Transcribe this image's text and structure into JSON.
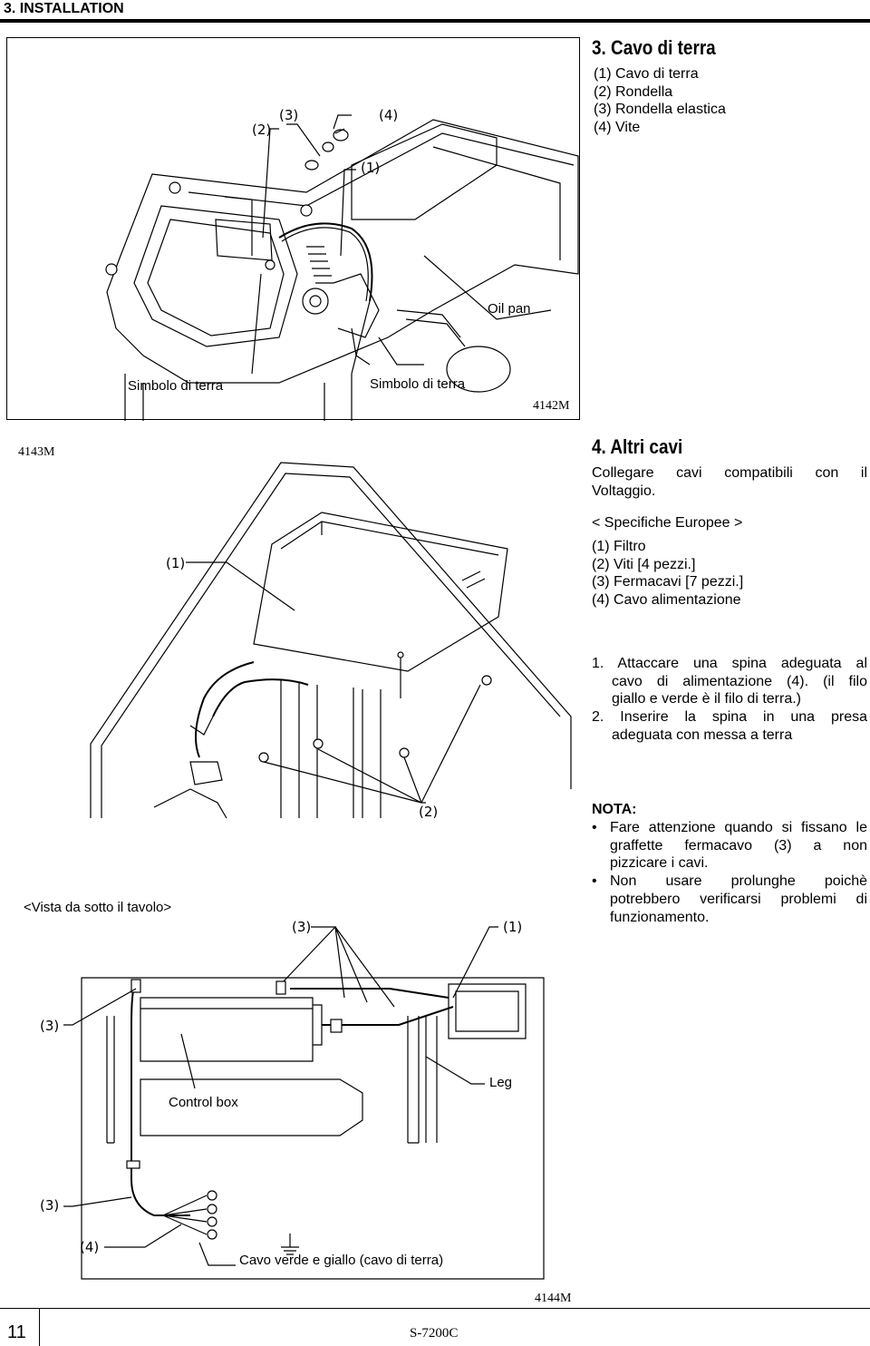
{
  "header": {
    "title": "3. INSTALLATION"
  },
  "section3": {
    "title": "3. Cavo di terra",
    "items": [
      "(1)  Cavo di terra",
      "(2)  Rondella",
      "(3)  Rondella elastica",
      "(4)  Vite"
    ]
  },
  "figure1": {
    "code": "4142M",
    "labels": {
      "oil_pan": "Oil pan",
      "ground_symbol_left": "Simbolo di terra",
      "ground_symbol_right": "Simbolo di terra",
      "ref1": "(1)",
      "ref2": "(2)",
      "ref3": "(3)",
      "ref4": "(4)"
    }
  },
  "section4": {
    "title": "4. Altri cavi",
    "intro_line1": "Collegare cavi compatibili con il",
    "intro_line2": "Voltaggio.",
    "spec_heading": "< Specifiche Europee >",
    "items": [
      "(1)  Filtro",
      "(2)  Viti [4 pezzi.]",
      "(3)  Fermacavi [7 pezzi.]",
      "(4)  Cavo alimentazione"
    ],
    "steps": [
      {
        "line1": "1. Attaccare una spina adeguata al",
        "line2": "cavo di alimentazione (4). (il filo",
        "line3": "giallo e verde è il filo di terra.)"
      },
      {
        "line1": "2. Inserire la spina in una presa",
        "line2": "adeguata con messa a terra"
      }
    ],
    "note_heading": "NOTA:",
    "notes": [
      {
        "line1": "Fare attenzione quando si fissano le",
        "line2": "graffette fermacavo (3) a non",
        "line3": "pizzicare i cavi."
      },
      {
        "line1": "Non usare prolunghe poichè",
        "line2": "potrebbero verificarsi problemi di",
        "line3": "funzionamento."
      }
    ]
  },
  "figure2": {
    "code": "4143M",
    "view_label": "<Vista da sotto il tavolo>",
    "ref1_top": "(1)",
    "ref2": "(2)",
    "ref3_mid": "(3)",
    "ref1_mid": "(1)"
  },
  "figure3": {
    "code": "4144M",
    "control_box": "Control box",
    "leg": "Leg",
    "ground_cable": "Cavo verde e giallo (cavo di terra)",
    "ref3_top": "(3)",
    "ref3_bottom": "(3)",
    "ref4": "(4)"
  },
  "footer": {
    "page_number": "11",
    "model": "S-7200C"
  }
}
